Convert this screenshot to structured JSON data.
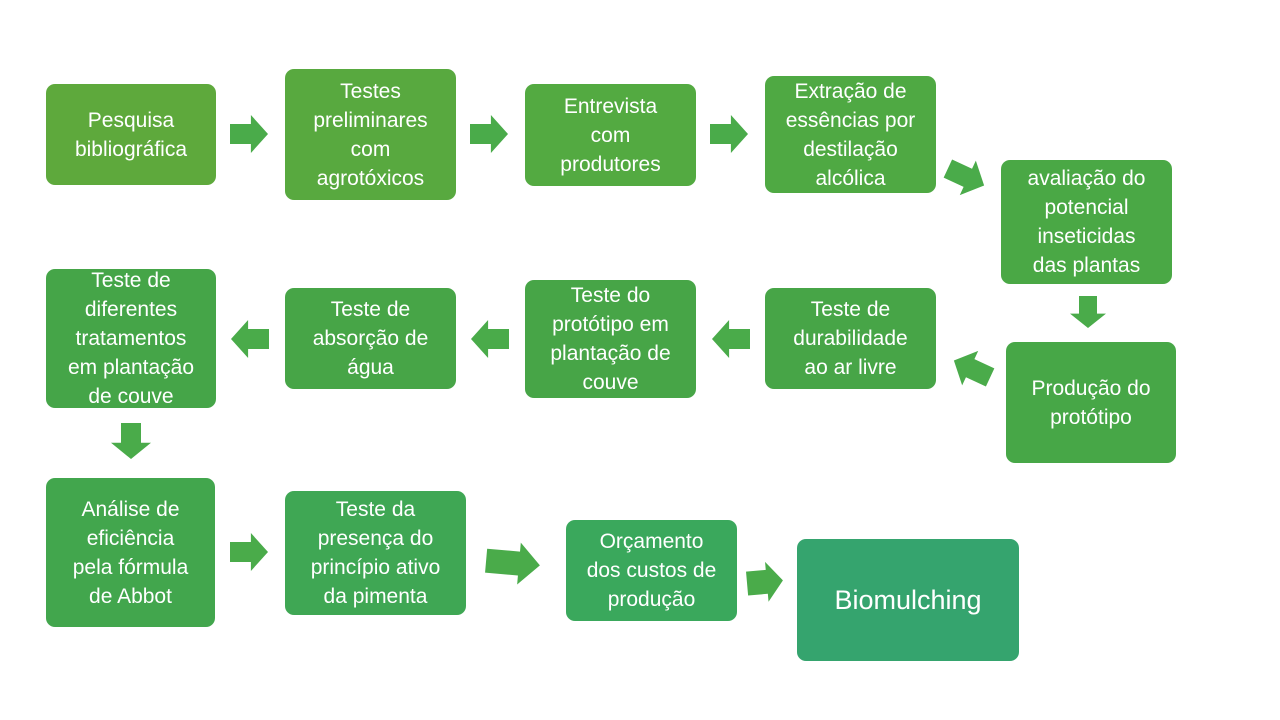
{
  "colors": {
    "step_light": "#5ea93c",
    "step_mid": "#55ab43",
    "step": "#47a547",
    "step_teal": "#3aa860",
    "final": "#35a46e",
    "arrow": "#4aab4a"
  },
  "steps": [
    {
      "id": "step-1",
      "label": "Pesquisa\nbibliográfica"
    },
    {
      "id": "step-2",
      "label": "Testes\npreliminares\ncom\nagrotóxicos"
    },
    {
      "id": "step-3",
      "label": "Entrevista\ncom\nprodutores"
    },
    {
      "id": "step-4",
      "label": "Extração de\nessências por\ndestilação\nalcólica"
    },
    {
      "id": "step-5",
      "label": "avaliação do\npotencial\ninseticidas\ndas plantas"
    },
    {
      "id": "step-6",
      "label": "Produção do\nprotótipo"
    },
    {
      "id": "step-7",
      "label": "Teste de\ndurabilidade\nao ar livre"
    },
    {
      "id": "step-8",
      "label": "Teste do\nprotótipo em\nplantação de\ncouve"
    },
    {
      "id": "step-9",
      "label": "Teste de\nabsorção de\nágua"
    },
    {
      "id": "step-10",
      "label": "Teste de\ndiferentes\ntratamentos\nem plantação\nde couve"
    },
    {
      "id": "step-11",
      "label": "Análise de\neficiência\npela fórmula\nde Abbot"
    },
    {
      "id": "step-12",
      "label": "Teste da\npresença do\nprincípio ativo\nda pimenta"
    },
    {
      "id": "step-13",
      "label": "Orçamento\ndos custos de\nprodução"
    },
    {
      "id": "step-14",
      "label": "Biomulching"
    }
  ]
}
